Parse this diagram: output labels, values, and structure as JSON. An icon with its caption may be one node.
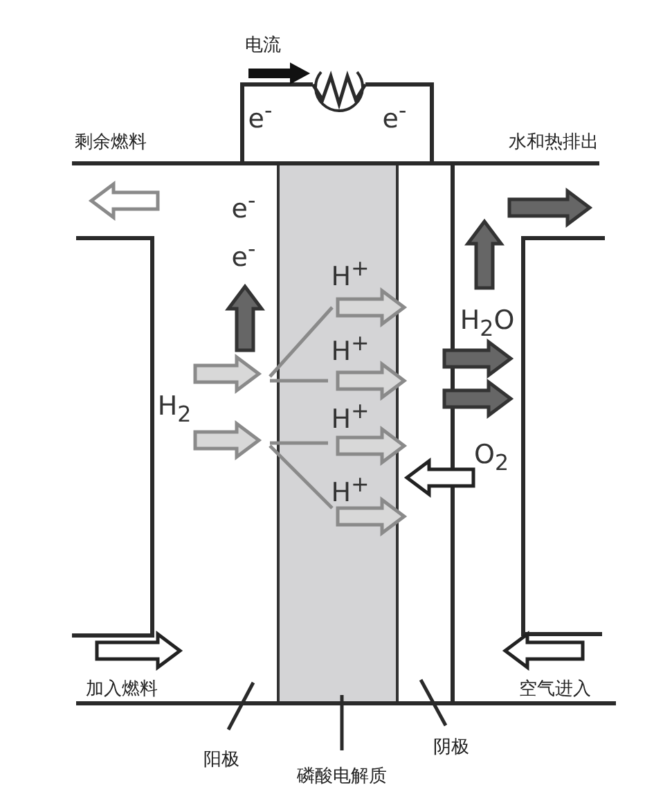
{
  "diagram": {
    "nodes": [
      {
        "text": [
          "阳极"
        ]
      },
      {
        "text": [
          "磷酸电解质"
        ]
      },
      {
        "text": [],
        "shape": "bar"
      },
      {
        "text": [
          "阴极"
        ]
      }
    ],
    "edges": [
      {
        "from": 0,
        "to": null,
        "arrow": "none"
      },
      {
        "from": 1,
        "to": 2,
        "arrow": "none"
      },
      {
        "from": 3,
        "to": null,
        "arrow": "none"
      }
    ],
    "labels": [
      "电流",
      "e$^{-}$",
      "e$^{-}$",
      "剩余燃料",
      "水和热排出",
      "e$^{-}$",
      "e$^{-}$",
      "H$^{+}$",
      "H$_{2}$O",
      "H$^{+}$",
      "H$_{2}$",
      "H$^{+}$",
      "O$_{2}$",
      "H$^{+}$",
      "加入燃料",
      "空气进入"
    ]
  }
}
